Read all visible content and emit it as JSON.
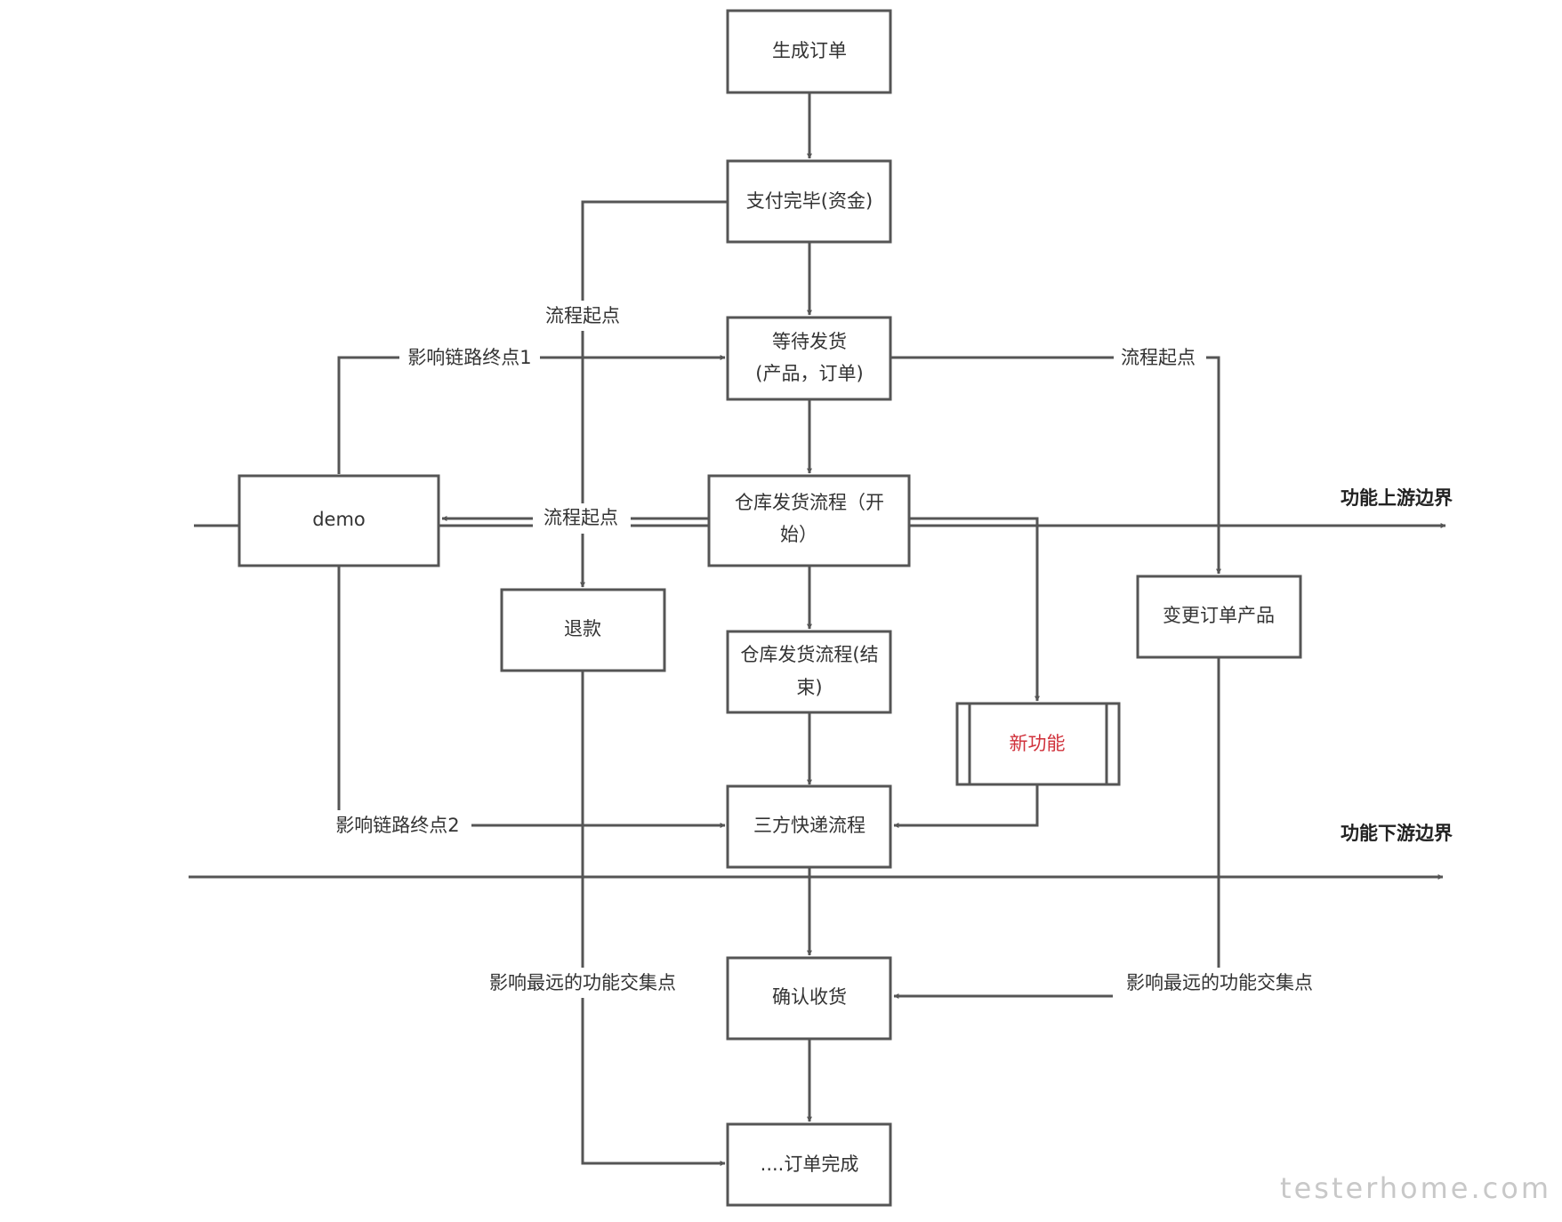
{
  "nodes": {
    "create_order": "生成订单",
    "payment_done": "支付完毕(资金)",
    "wait_ship_l1": "等待发货",
    "wait_ship_l2": "(产品，订单)",
    "wh_start_l1": "仓库发货流程（开",
    "wh_start_l2": "始）",
    "demo": "demo",
    "refund": "退款",
    "wh_end_l1": "仓库发货流程(结",
    "wh_end_l2": "束)",
    "change_order": "变更订单产品",
    "new_feature": "新功能",
    "third_party": "三方快递流程",
    "confirm_receipt": "确认收货",
    "order_done": "....订单完成"
  },
  "labels": {
    "flow_start_left": "流程起点",
    "flow_start_right": "流程起点",
    "flow_start_mid": "流程起点",
    "impact_end_1": "影响链路终点1",
    "impact_end_2": "影响链路终点2",
    "farthest_left": "影响最远的功能交集点",
    "farthest_right": "影响最远的功能交集点",
    "upstream_boundary": "功能上游边界",
    "downstream_boundary": "功能下游边界"
  },
  "watermark": "testerhome.com",
  "colors": {
    "line": "#555555",
    "text": "#333333",
    "new_feature_text": "#d0313b"
  }
}
